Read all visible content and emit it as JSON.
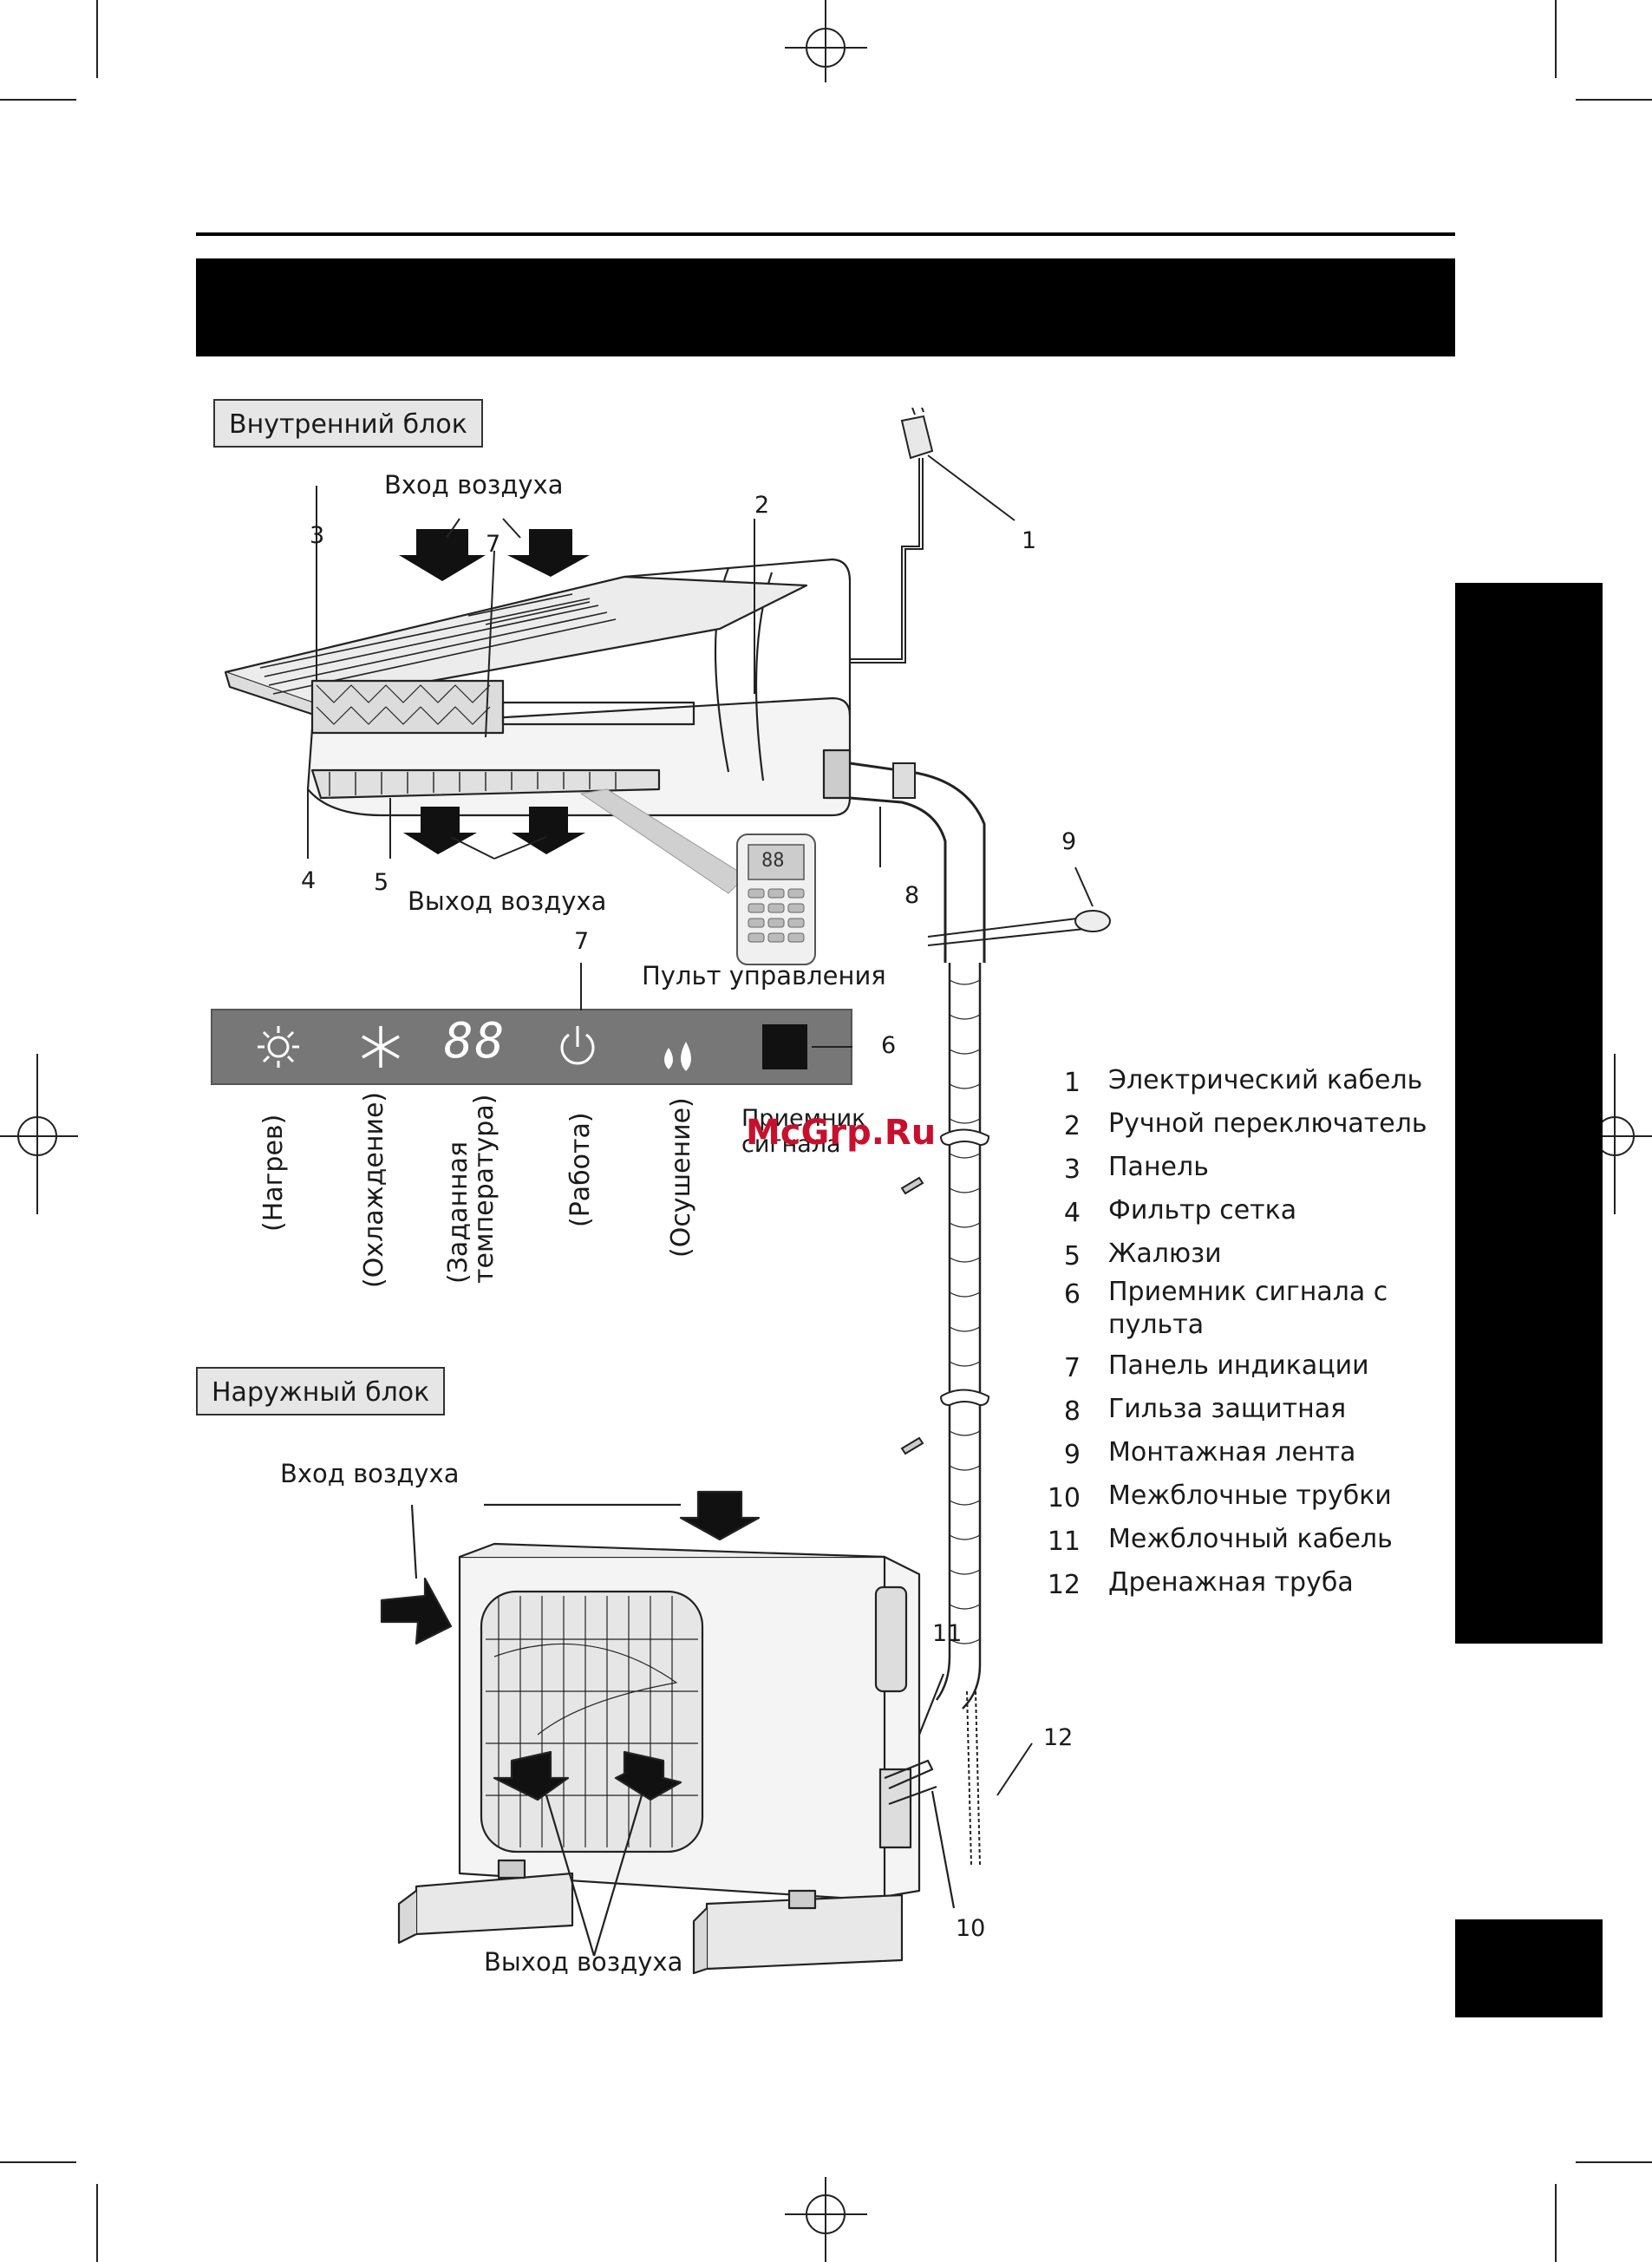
{
  "sections": {
    "indoor_label": "Внутренний блок",
    "outdoor_label": "Наружный блок"
  },
  "indoor": {
    "air_inlet": "Вход воздуха",
    "air_outlet": "Выход воздуха",
    "remote_label": "Пульт управления",
    "remote_display": "88",
    "callouts": [
      "1",
      "2",
      "3",
      "4",
      "5",
      "7",
      "8",
      "9"
    ]
  },
  "display_panel": {
    "callout_indication": "7",
    "callout_receiver": "6",
    "temp_digits": "88",
    "receiver_label": "Приемник сигнала",
    "modes": [
      {
        "label": "(Нагрев)",
        "icon": "sun-icon"
      },
      {
        "label": "(Охлаждение)",
        "icon": "snowflake-icon"
      },
      {
        "label": "(Заданная температура)",
        "icon": "digits-icon"
      },
      {
        "label": "(Работа)",
        "icon": "power-icon"
      },
      {
        "label": "(Осушение)",
        "icon": "drops-icon"
      }
    ]
  },
  "watermark": "McGrp.Ru",
  "outdoor": {
    "air_inlet": "Вход воздуха",
    "air_outlet": "Выход воздуха",
    "callouts": [
      "10",
      "11",
      "12"
    ]
  },
  "legend": [
    {
      "num": "1",
      "text": "Электрический кабель"
    },
    {
      "num": "2",
      "text": "Ручной переключатель"
    },
    {
      "num": "3",
      "text": "Панель"
    },
    {
      "num": "4",
      "text": "Фильтр сетка"
    },
    {
      "num": "5",
      "text": "Жалюзи"
    },
    {
      "num": "6",
      "text": "Приемник сигнала с пульта"
    },
    {
      "num": "7",
      "text": "Панель индикации"
    },
    {
      "num": "8",
      "text": "Гильза защитная"
    },
    {
      "num": "9",
      "text": "Монтажная лента"
    },
    {
      "num": "10",
      "text": "Межблочные трубки"
    },
    {
      "num": "11",
      "text": "Межблочный кабель"
    },
    {
      "num": "12",
      "text": "Дренажная труба"
    }
  ],
  "colors": {
    "header_bar": "#000000",
    "side_tab": "#000000",
    "panel": "#777777",
    "watermark": "#c8102e",
    "section_tag_bg": "#e6e6e6"
  }
}
